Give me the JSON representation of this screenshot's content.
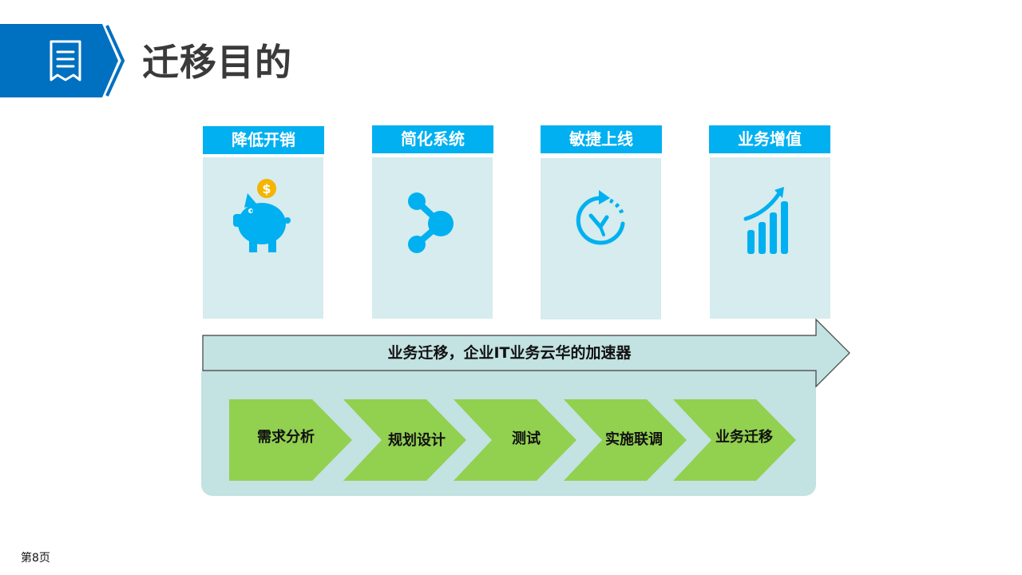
{
  "header": {
    "title": "迁移目的",
    "icon": "document-list-icon"
  },
  "cards": [
    {
      "title": "降低开销",
      "icon": "piggy-bank-icon"
    },
    {
      "title": "简化系统",
      "icon": "share-nodes-icon"
    },
    {
      "title": "敏捷上线",
      "icon": "stopwatch-icon"
    },
    {
      "title": "业务增值",
      "icon": "growth-chart-icon"
    }
  ],
  "arrow": {
    "text": "业务迁移，企业IT业务云华的加速器"
  },
  "steps": [
    {
      "label": "需求分析"
    },
    {
      "label": "规划设计"
    },
    {
      "label": "测试"
    },
    {
      "label": "实施联调"
    },
    {
      "label": "业务迁移"
    }
  ],
  "footer": {
    "page": "第8页"
  },
  "colors": {
    "banner_blue": "#0070c0",
    "accent_cyan": "#00b0f0",
    "card_bg": "#d6ecee",
    "panel_bg": "#c3e2e2",
    "chevron_green": "#92d050",
    "coin_gold": "#f5b400"
  }
}
